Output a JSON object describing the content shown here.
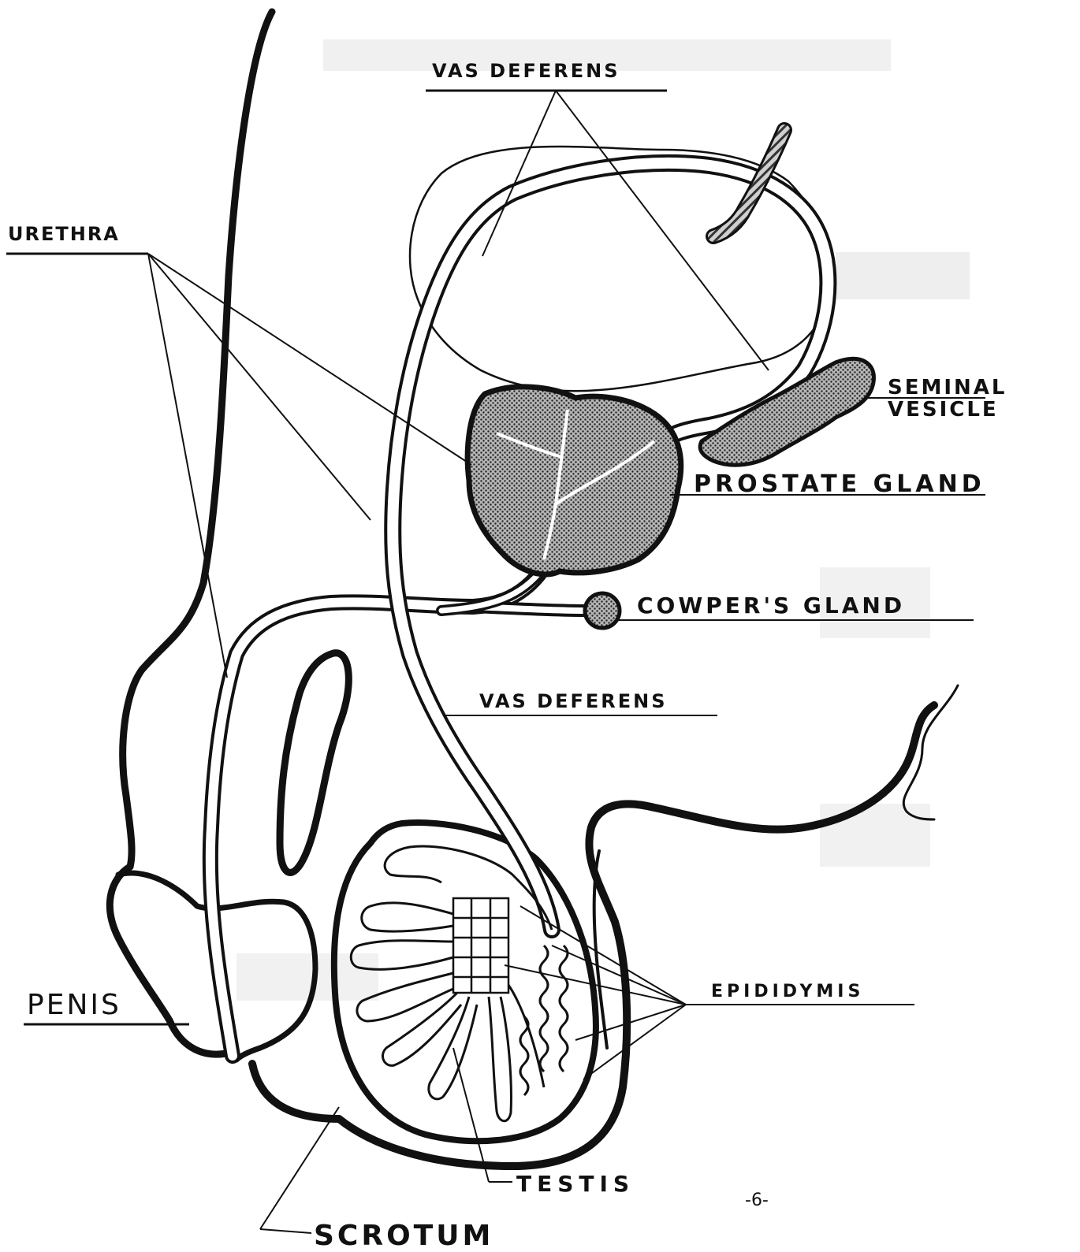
{
  "labels": {
    "vas_deferens_top": "VAS DEFERENS",
    "urethra": "URETHRA",
    "seminal_vesicle_line1": "SEMINAL",
    "seminal_vesicle_line2": "VESICLE",
    "prostate_gland": "PROSTATE GLAND",
    "cowpers_gland": "COWPER'S GLAND",
    "vas_deferens_lower": "VAS DEFERENS",
    "epididymis": "EPIDIDYMIS",
    "penis": "PENIS",
    "testis": "TESTIS",
    "scrotum": "SCROTUM"
  },
  "page_number": "-6-",
  "colors": {
    "ink": "#111111",
    "gland_fill": "#8a8a8a",
    "background": "#ffffff",
    "bleed_through": "#dcdcdc"
  }
}
